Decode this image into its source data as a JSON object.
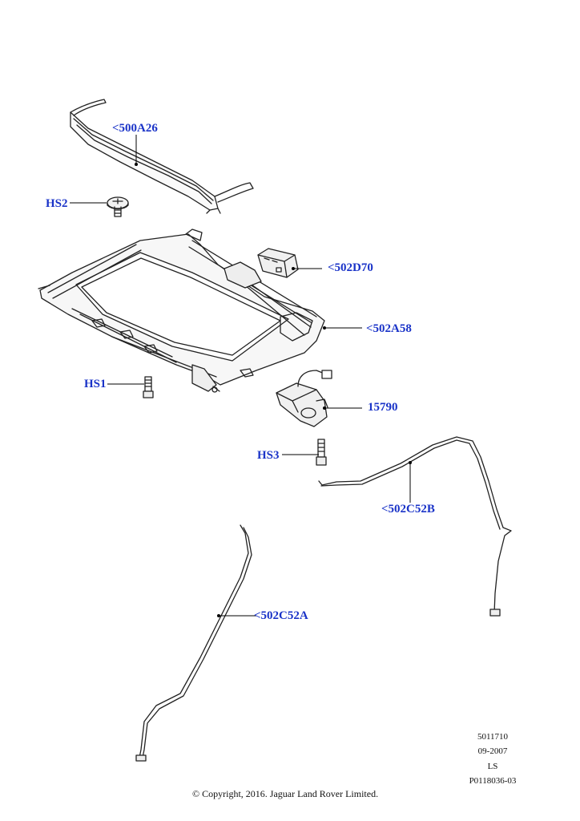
{
  "callouts": {
    "c500A26": "<500A26",
    "hs2": "HS2",
    "c502D70": "<502D70",
    "c502A58": "<502A58",
    "hs1": "HS1",
    "p15790": "15790",
    "hs3": "HS3",
    "c502C52B": "<502C52B",
    "c502C52A": "<502C52A"
  },
  "footer": {
    "ref": "5011710",
    "date": "09-2007",
    "code": "LS",
    "illustration": "P0118036-03",
    "copyright": "© Copyright, 2016. Jaguar Land Rover Limited."
  },
  "colors": {
    "callout": "#1a33c8",
    "line": "#000000",
    "part_outline": "#222222"
  }
}
